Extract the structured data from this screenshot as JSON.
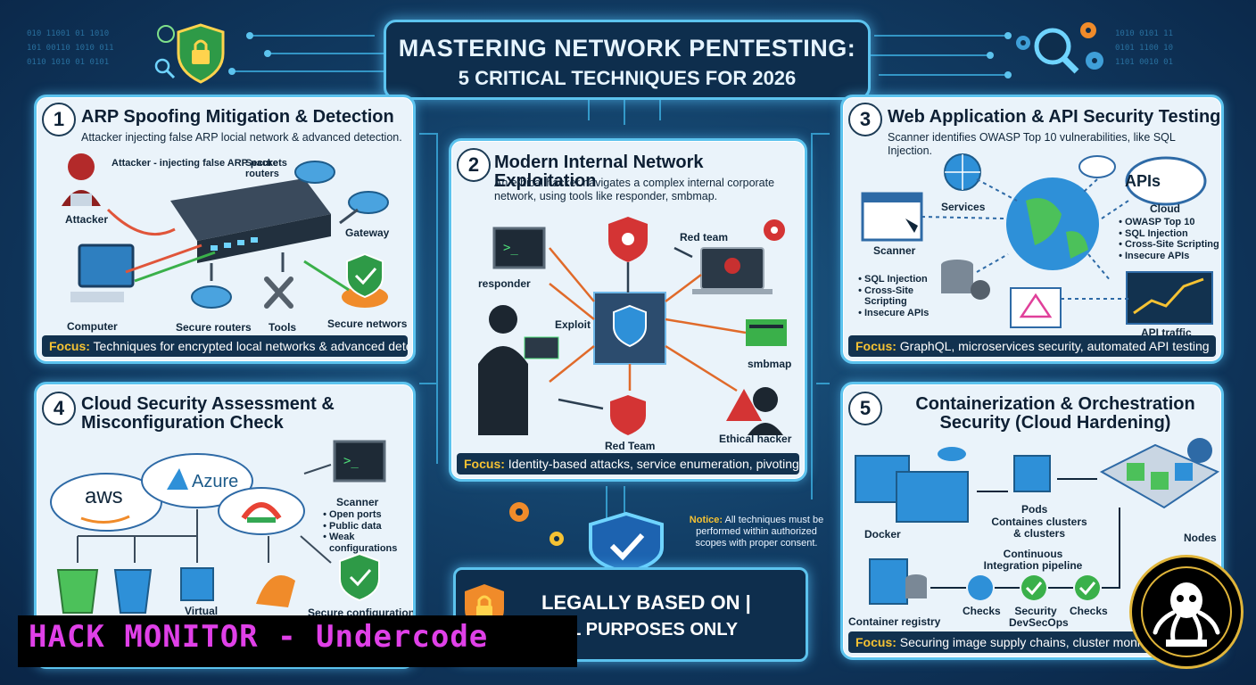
{
  "header": {
    "title_line1": "MASTERING NETWORK PENTESTING:",
    "title_line2": "5 CRITICAL TECHNIQUES FOR 2026"
  },
  "panels": [
    {
      "number": "1",
      "title": "ARP Spoofing Mitigation & Detection",
      "desc": "Attacker injecting false ARP locial network & advanced detection.",
      "labels": [
        "Attacker - injecting false ARP packets",
        "Attacker",
        "Secure routers",
        "Gateway",
        "Computer",
        "Secure routers",
        "Tools",
        "Secure networs"
      ],
      "focus_key": "Focus:",
      "focus_text": "Techniques for encrypted local networks & advanced detection"
    },
    {
      "number": "2",
      "title": "Modern Internal Network Exploitation",
      "desc": "An ethical hacker navigates a complex internal corporate network, using tools like responder, smbmap.",
      "labels": [
        "Red team",
        "responder",
        "Exploit",
        "smbmap",
        "Red Team",
        "Ethical hacker"
      ],
      "focus_key": "Focus:",
      "focus_text": "Identity-based attacks, service enumeration, pivoting"
    },
    {
      "number": "3",
      "title": "Web Application & API Security Testing",
      "desc": "Scanner identifies OWASP Top 10 vulnerabilities, like SQL Injection.",
      "labels": [
        "Services",
        "APIs",
        "Cloud",
        "Scanner",
        "API traffic"
      ],
      "cloud_list": [
        "OWASP Top 10",
        "SQL Injection",
        "Cross-Site Scripting",
        "Insecure APIs"
      ],
      "left_list": [
        "SQL Injection",
        "Cross-Site Scripting",
        "Insecure APIs"
      ],
      "focus_key": "Focus:",
      "focus_text": "GraphQL, microservices security, automated API testing"
    },
    {
      "number": "4",
      "title": "Cloud Security Assessment & Misconfiguration Check",
      "labels": [
        "aws",
        "Azure",
        "Scanner",
        "Virtual",
        "Secure configurations"
      ],
      "scanner_list": [
        "Open ports",
        "Public data",
        "Weak configurations"
      ]
    },
    {
      "number": "5",
      "title": "Containerization & Orchestration Security (Cloud Hardening)",
      "labels": [
        "Docker",
        "Pods",
        "Containes clusters & clusters",
        "Nodes",
        "Continuous Integration pipeline",
        "Container registry",
        "Checks",
        "Security DevSecOps",
        "Checks"
      ],
      "focus_key": "Focus:",
      "focus_text": "Securing image supply chains, cluster monitoring, ru"
    }
  ],
  "notice": {
    "key": "Notice:",
    "text": "All techniques must be performed within authorized scopes with proper consent."
  },
  "legal": {
    "line1": "LEGALLY BASED ON |",
    "line2": "TIONAL PURPOSES ONLY"
  },
  "banner": {
    "text": "HACK MONITOR - Undercode"
  },
  "colors": {
    "accent": "#5cc3ee",
    "dark": "#0e2e4d",
    "focus": "#f5c233",
    "banner": "#e040e8"
  }
}
